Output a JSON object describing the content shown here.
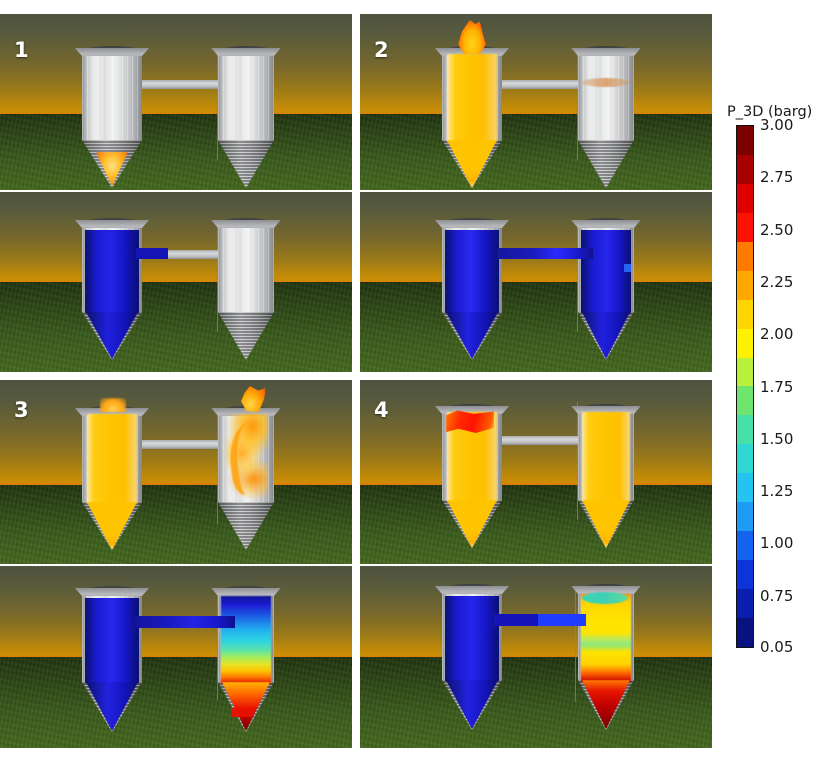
{
  "figure": {
    "type": "cfd-contour-panels",
    "panel_count": 4,
    "panels": [
      {
        "index": "1",
        "caption_number": "1"
      },
      {
        "index": "2",
        "caption_number": "2"
      },
      {
        "index": "3",
        "caption_number": "3"
      },
      {
        "index": "4",
        "caption_number": "4"
      }
    ]
  },
  "colorbar": {
    "title": "P_3D (barg)",
    "units": "barg",
    "variable": "P_3D",
    "min": "0.05",
    "max": "3.00",
    "ticks": [
      "3.00",
      "2.75",
      "2.50",
      "2.25",
      "2.00",
      "1.75",
      "1.50",
      "1.25",
      "1.00",
      "0.75",
      "0.05"
    ],
    "band_colors": [
      "#7d0000",
      "#a80000",
      "#e00000",
      "#fb1200",
      "#ff7a00",
      "#ffa800",
      "#ffd500",
      "#fff200",
      "#b8f03c",
      "#6ee56e",
      "#46e0a8",
      "#2fd9d2",
      "#23c4ef",
      "#1f9bf5",
      "#1463ee",
      "#0d34d8",
      "#0a1fae",
      "#0a1280"
    ],
    "orientation": "vertical"
  },
  "scene": {
    "sky_top_color": "#4e5340",
    "sky_horizon_color": "#d08e06",
    "ground_color": "#3a5a1d",
    "silo_metal_color": "#dddedf",
    "silo_count_per_panel": 2,
    "silo_left_label": "left-silo",
    "silo_right_label": "right-silo",
    "pipe_label": "connecting-pipe"
  },
  "chart_data": {
    "type": "heatmap",
    "title": "P_3D (barg)",
    "ylabel": "P_3D (barg)",
    "colorbar_range": [
      0.05,
      3.0
    ],
    "tick_values": [
      3.0,
      2.75,
      2.5,
      2.25,
      2.0,
      1.75,
      1.5,
      1.25,
      1.0,
      0.75,
      0.05
    ],
    "legend_position": "right",
    "grid": false,
    "series": [
      {
        "name": "Panel 1 - top view (concentration/flame)",
        "values": [
          {
            "region": "left-silo-body",
            "state": "empty",
            "value": 0.05
          },
          {
            "region": "left-silo-cone",
            "state": "ignition-hotspot",
            "value": 2.3
          },
          {
            "region": "right-silo-body",
            "state": "empty",
            "value": 0.05
          }
        ]
      },
      {
        "name": "Panel 1 - bottom view (pressure)",
        "values": [
          {
            "region": "left-silo-body",
            "value": 0.75
          },
          {
            "region": "left-silo-cone",
            "value": 0.75
          },
          {
            "region": "pipe",
            "value": 0.75
          },
          {
            "region": "right-silo-body",
            "state": "empty",
            "value": 0.05
          }
        ]
      },
      {
        "name": "Panel 2 - top view (concentration/flame)",
        "values": [
          {
            "region": "left-silo-body",
            "value": 2.1
          },
          {
            "region": "left-silo-vent-flame",
            "value": 2.6
          },
          {
            "region": "right-silo-body",
            "state": "empty",
            "value": 0.05
          },
          {
            "region": "right-silo-pipe-inlet",
            "value": 2.2
          }
        ]
      },
      {
        "name": "Panel 2 - bottom view (pressure)",
        "values": [
          {
            "region": "left-silo-body",
            "value": 0.8
          },
          {
            "region": "pipe",
            "value": 1.0
          },
          {
            "region": "right-silo-body",
            "value": 0.8
          }
        ]
      },
      {
        "name": "Panel 3 - top view (concentration/flame)",
        "values": [
          {
            "region": "left-silo-body",
            "value": 2.1
          },
          {
            "region": "right-silo-flame-jet",
            "value": 2.45
          },
          {
            "region": "right-silo-vent-flame",
            "value": 2.5
          }
        ]
      },
      {
        "name": "Panel 3 - bottom view (pressure)",
        "values": [
          {
            "region": "left-silo-body",
            "value": 0.8
          },
          {
            "region": "pipe",
            "value": 0.9
          },
          {
            "region": "right-silo-upper",
            "value": 0.9
          },
          {
            "region": "right-silo-mid",
            "value": 1.4
          },
          {
            "region": "right-silo-lower",
            "value": 2.0
          },
          {
            "region": "right-silo-cone-tip",
            "value": 2.9
          }
        ]
      },
      {
        "name": "Panel 4 - top view (concentration/flame)",
        "values": [
          {
            "region": "left-silo-vent-flame",
            "value": 2.6
          },
          {
            "region": "left-silo-body",
            "value": 2.1
          },
          {
            "region": "right-silo-body",
            "value": 2.1
          }
        ]
      },
      {
        "name": "Panel 4 - bottom view (pressure)",
        "values": [
          {
            "region": "left-silo-body",
            "value": 0.8
          },
          {
            "region": "pipe",
            "value": 1.0
          },
          {
            "region": "right-silo-top",
            "value": 1.6
          },
          {
            "region": "right-silo-body",
            "value": 2.05
          },
          {
            "region": "right-silo-band",
            "value": 1.8
          },
          {
            "region": "right-silo-cone",
            "value": 2.9
          }
        ]
      }
    ]
  }
}
